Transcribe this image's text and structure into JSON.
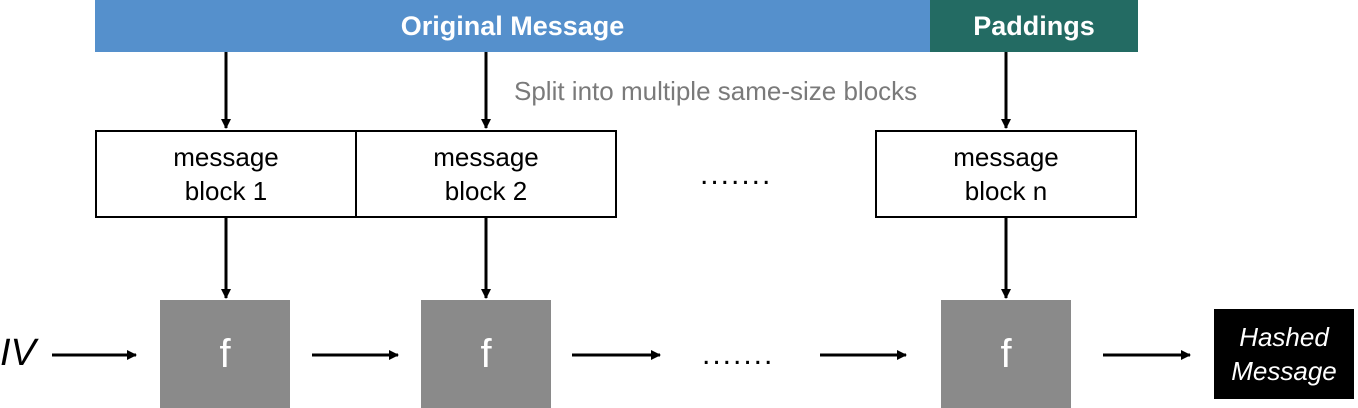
{
  "header": {
    "original": "Original Message",
    "paddings": "Paddings"
  },
  "split_note": "Split into multiple same-size blocks",
  "blocks": [
    {
      "line1": "message",
      "line2": "block 1"
    },
    {
      "line1": "message",
      "line2": "block 2"
    },
    {
      "line1": "message",
      "line2": "block n"
    }
  ],
  "ellipsis": ".......",
  "function_label": "f",
  "iv_label": "IV",
  "output": {
    "line1": "Hashed",
    "line2": "Message"
  },
  "colors": {
    "original": "#5590cc",
    "paddings": "#236b63",
    "function_box": "#8a8a8a",
    "output_box": "#000000"
  }
}
